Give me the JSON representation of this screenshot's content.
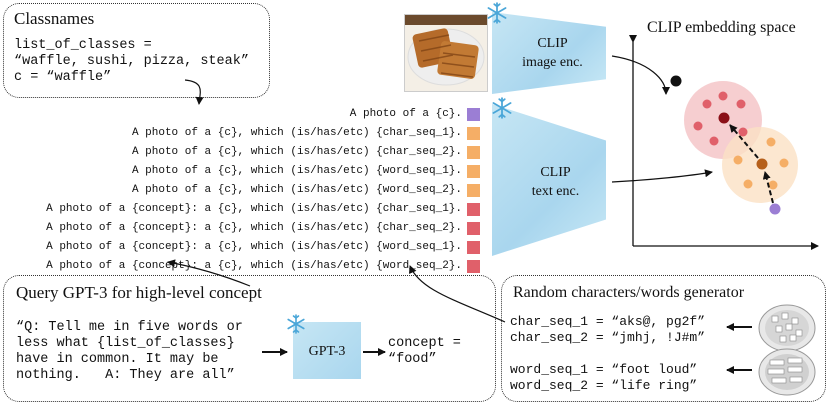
{
  "classnames": {
    "title": "Classnames",
    "line1": "list_of_classes =",
    "line2": "“waffle, sushi, pizza, steak”",
    "line3": "c = “waffle”"
  },
  "templates": [
    "A photo of a {c}.",
    "A photo of a {c}, which (is/has/etc) {char_seq_1}.",
    "A photo of a {c}, which (is/has/etc) {char_seq_2}.",
    "A photo of a {c}, which (is/has/etc) {word_seq_1}.",
    "A photo of a {c}, which (is/has/etc) {word_seq_2}.",
    "A photo of a {concept}: a {c}, which (is/has/etc) {char_seq_1}.",
    "A photo of a {concept}: a {c}, which (is/has/etc) {char_seq_2}.",
    "A photo of a {concept}: a {c}, which (is/has/etc) {word_seq_1}.",
    "A photo of a {concept}: a {c}, which (is/has/etc) {word_seq_2}."
  ],
  "template_colors": [
    "#9b7ed4",
    "#f5ae66",
    "#f5ae66",
    "#f5ae66",
    "#f5ae66",
    "#e0606a",
    "#e0606a",
    "#e0606a",
    "#e0606a"
  ],
  "clip_image": {
    "line1": "CLIP",
    "line2": "image enc."
  },
  "clip_text": {
    "line1": "CLIP",
    "line2": "text enc."
  },
  "embedding": {
    "title": "CLIP embedding space"
  },
  "query": {
    "title": "Query GPT-3 for high-level concept",
    "prompt": [
      "“Q: Tell me in five words or",
      "less what {list_of_classes}",
      "have in common. It may be",
      "nothing.   A: They are all”"
    ],
    "model": "GPT-3",
    "concept_line1": "concept =",
    "concept_line2": "“food”"
  },
  "generator": {
    "title": "Random characters/words generator",
    "char_seq_1": "char_seq_1 = “aks@, pg2f”",
    "char_seq_2": "char_seq_2 = “jmhj, !J#m”",
    "word_seq_1": "word_seq_1 = “foot loud”",
    "word_seq_2": "word_seq_2 = “life ring”"
  },
  "icons": [
    "waffle-image",
    "snowflake-icon",
    "letter-tiles-bowl",
    "word-tiles-bowl"
  ],
  "colors": {
    "encoder": "#b3dcf0",
    "purple": "#9b7ed4",
    "orange": "#f5ae66",
    "red": "#e0606a",
    "cluster_red": "#f4c6c8",
    "cluster_orange": "#fbe1c4"
  }
}
